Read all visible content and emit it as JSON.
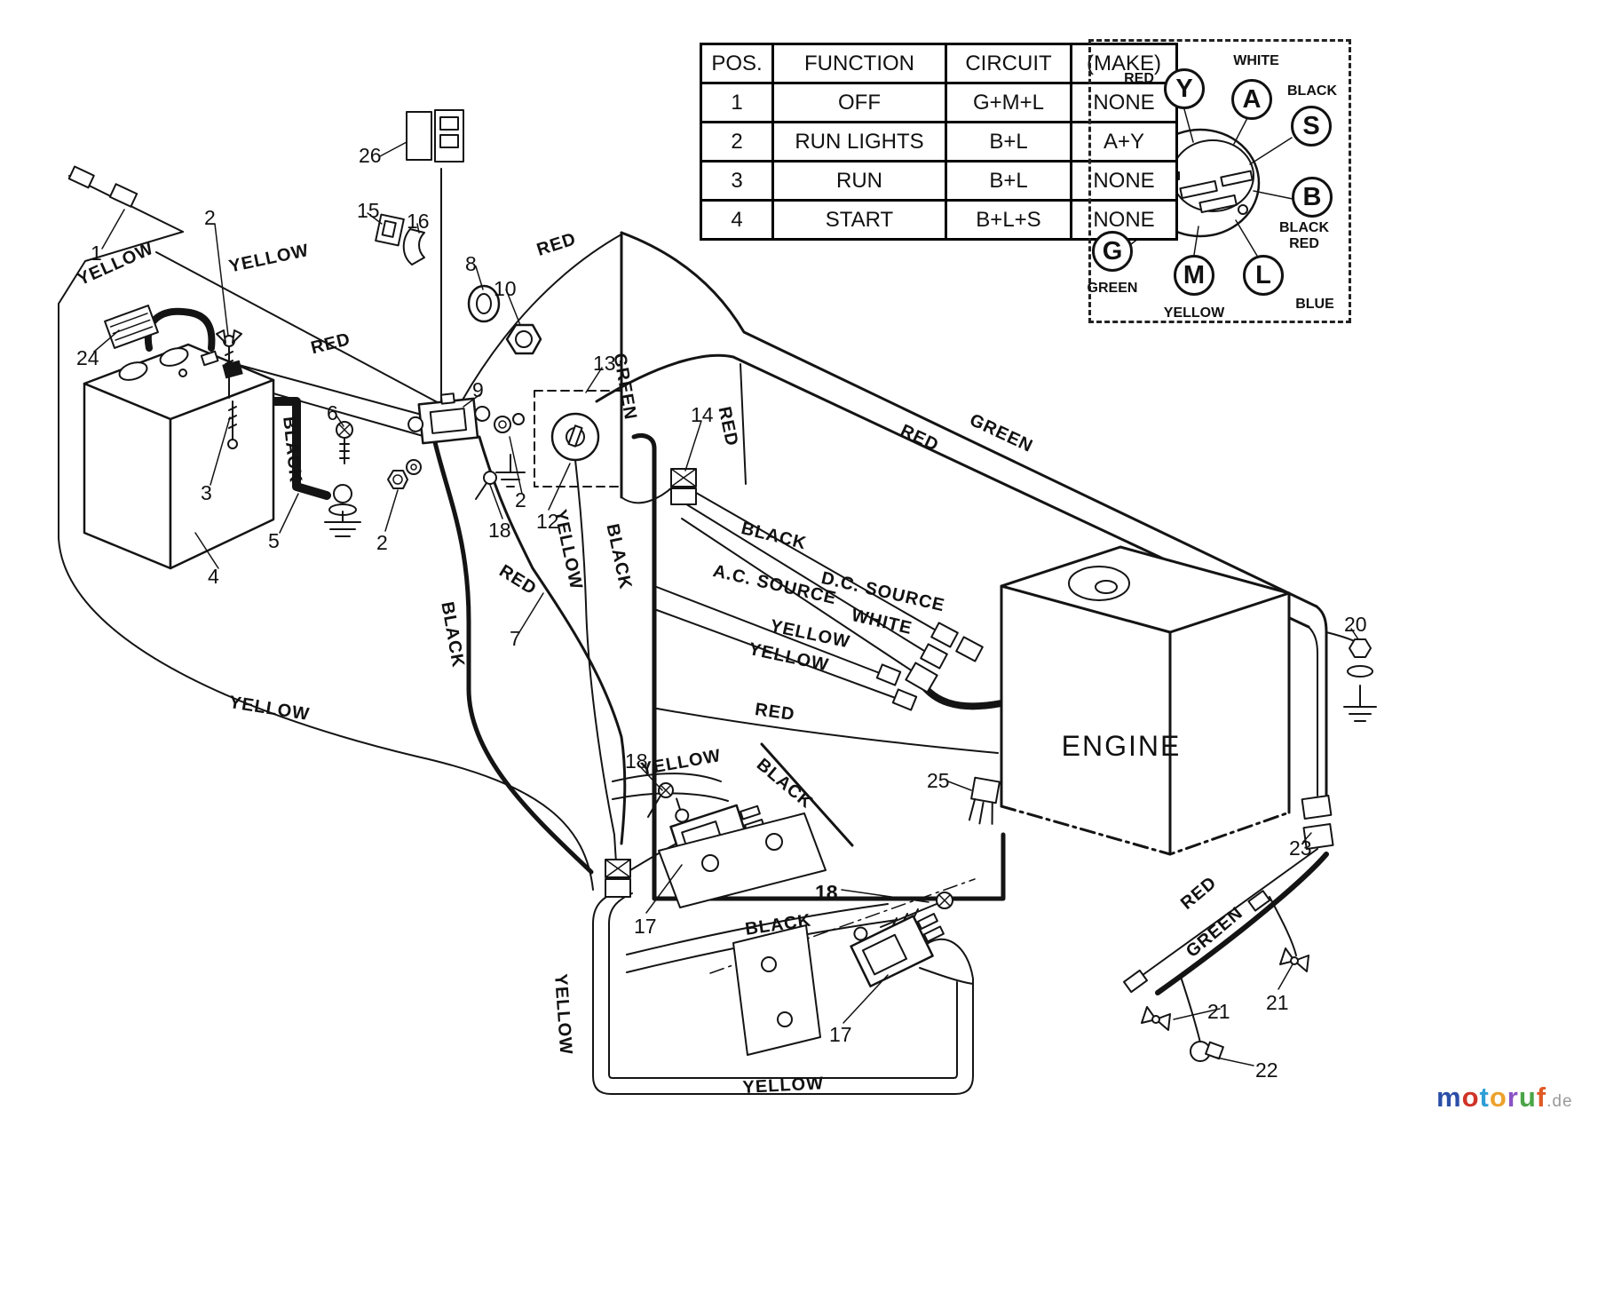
{
  "table": {
    "headers": [
      "POS.",
      "FUNCTION",
      "CIRCUIT",
      "(MAKE)"
    ],
    "rows": [
      [
        "1",
        "OFF",
        "G+M+L",
        "NONE"
      ],
      [
        "2",
        "RUN LIGHTS",
        "B+L",
        "A+Y"
      ],
      [
        "3",
        "RUN",
        "B+L",
        "NONE"
      ],
      [
        "4",
        "START",
        "B+L+S",
        "NONE"
      ]
    ]
  },
  "ignition_switch": {
    "terminals": [
      {
        "letter": "Y",
        "wire": "RED"
      },
      {
        "letter": "A",
        "wire": "WHITE"
      },
      {
        "letter": "S",
        "wire": "BLACK"
      },
      {
        "letter": "B",
        "wire": "BLACK RED"
      },
      {
        "letter": "G",
        "wire": "GREEN"
      },
      {
        "letter": "M",
        "wire": "YELLOW"
      },
      {
        "letter": "L",
        "wire": "BLUE"
      }
    ]
  },
  "engine": {
    "label": "ENGINE"
  },
  "wire_labels": [
    "YELLOW",
    "YELLOW",
    "RED",
    "RED",
    "BLACK",
    "GREEN",
    "YELLOW",
    "BLACK",
    "RED",
    "RED",
    "GREEN",
    "BLACK",
    "A.C. SOURCE",
    "D.C. SOURCE",
    "WHITE",
    "YELLOW",
    "YELLOW",
    "RED",
    "YELLOW",
    "BLACK",
    "RED",
    "YELLOW",
    "BLACK",
    "BLACK",
    "YELLOW",
    "YELLOW",
    "RED",
    "GREEN"
  ],
  "callouts": [
    "1",
    "2",
    "24",
    "3",
    "4",
    "5",
    "6",
    "26",
    "15",
    "16",
    "8",
    "10",
    "9",
    "13",
    "2",
    "12",
    "18",
    "2",
    "14",
    "7",
    "18",
    "17",
    "18",
    "17",
    "25",
    "20",
    "23",
    "21",
    "21",
    "22"
  ],
  "watermark": {
    "letters": [
      {
        "ch": "m",
        "style": "color:#2b4fa8"
      },
      {
        "ch": "o",
        "style": "color:#d03328"
      },
      {
        "ch": "t",
        "style": "color:#2e9fd6"
      },
      {
        "ch": "o",
        "style": "color:#eda12b"
      },
      {
        "ch": "r",
        "style": "color:#8a52c4"
      },
      {
        "ch": "u",
        "style": "color:#4aa546"
      },
      {
        "ch": "f",
        "style": "color:#e05a25"
      }
    ],
    "suffix": ".de",
    "suffix_color": "#9a9a9a"
  }
}
